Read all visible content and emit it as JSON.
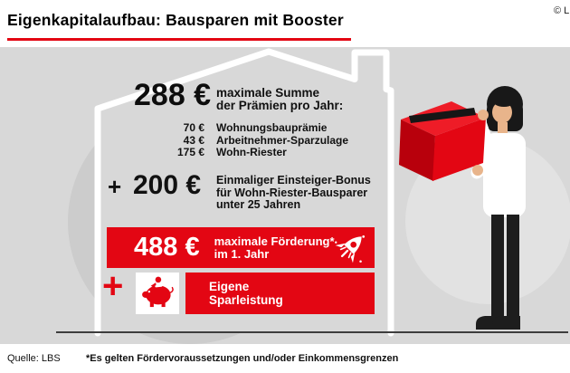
{
  "header": {
    "title": "Eigenkapitalaufbau: Bausparen mit Booster",
    "copyright": "© L"
  },
  "house": {
    "premium": {
      "amount": "288 €",
      "label": "maximale Summe\nder Prämien pro Jahr:"
    },
    "breakdown": [
      {
        "amount": "70 €",
        "label": "Wohnungsbauprämie"
      },
      {
        "amount": "43 €",
        "label": "Arbeitnehmer-Sparzulage"
      },
      {
        "amount": "175 €",
        "label": "Wohn-Riester"
      }
    ],
    "bonus": {
      "plus": "+",
      "amount": "200 €",
      "label": "Einmaliger Einsteiger-Bonus\nfür Wohn-Riester-Bausparer\nunter 25 Jahren"
    },
    "total": {
      "amount": "488 €",
      "label": "maximale Förderung*\nim 1. Jahr"
    },
    "own_savings": {
      "plus": "+",
      "label": "Eigene\nSparleistung"
    }
  },
  "footer": {
    "source": "Quelle: LBS",
    "note": "*Es gelten Fördervoraussetzungen und/oder Einkommensgrenzen"
  },
  "colors": {
    "accent_red": "#e30613",
    "background_gray": "#d8d8d8",
    "banner_text": "#ffffff"
  },
  "icons": {
    "rocket": "rocket-icon",
    "piggy_bank": "piggy-bank-icon"
  }
}
